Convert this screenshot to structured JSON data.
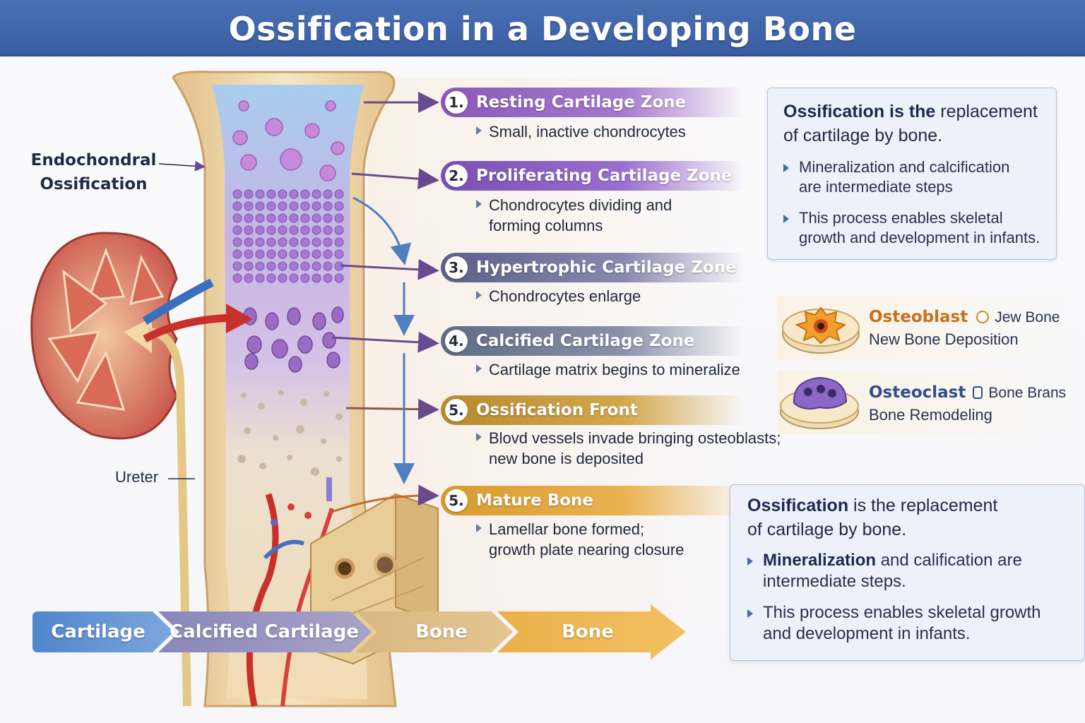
{
  "title": "Ossification in a Developing Bone",
  "side_labels": {
    "endochondral_line1": "Endochondral",
    "endochondral_line2": "Ossification",
    "ureter": "Ureter"
  },
  "zones": [
    {
      "number": "1.",
      "title": "Resting Cartilage Zone",
      "desc1": "Small, inactive chondrocytes",
      "desc2": ""
    },
    {
      "number": "2.",
      "title": "Proliferating Cartilage Zone",
      "desc1": "Chondrocytes dividing and",
      "desc2": "forming columns"
    },
    {
      "number": "3.",
      "title": "Hypertrophic Cartilage Zone",
      "desc1": "Chondrocytes enlarge",
      "desc2": ""
    },
    {
      "number": "4.",
      "title": "Calcified Cartilage Zone",
      "desc1": "Cartilage matrix begins to mineralize",
      "desc2": ""
    },
    {
      "number": "5.",
      "title": "Ossification Front",
      "desc1": "Blovd vessels invade bringing osteoblasts;",
      "desc2": "new bone is deposited"
    },
    {
      "number": "5.",
      "title": "Mature Bone",
      "desc1": "Lamellar bone formed;",
      "desc2": "growth plate nearing closure"
    }
  ],
  "info_top": {
    "lead_bold": "Ossification is the",
    "lead_rest": " replacement",
    "lead_line2": "of cartilage by bone.",
    "bullet1_line1": "Mineralization and calcification",
    "bullet1_line2": "are intermediate steps",
    "bullet2_line1": "This process enables skeletal",
    "bullet2_line2": "growth and development in infants."
  },
  "cells": {
    "osteoblast_name": "Osteoblast",
    "osteoblast_extra": "Jew Bone",
    "osteoblast_sub": "New Bone Deposition",
    "osteoclast_name": "Osteoclast",
    "osteoclast_extra": "Bone Brans",
    "osteoclast_sub": "Bone Remodeling"
  },
  "info_bottom": {
    "lead_bold": "Ossification",
    "lead_rest": " is the replacement",
    "lead_line2": "of cartilage by bone.",
    "bullet1_bold": "Mineralization",
    "bullet1_rest": " and calification are",
    "bullet1_line2": "intermediate steps.",
    "bullet2_line1": "This process enables skeletal growth",
    "bullet2_line2": "and development in infants."
  },
  "progression": [
    "Cartilage",
    "Calcified Cartilage",
    "Bone",
    "Bone"
  ],
  "colors": {
    "banner": "#3f64a8",
    "resting": "#8a58b8",
    "proliferating": "#7a4fb0",
    "hypertrophic": "#5c5f8a",
    "calcified": "#5e6b86",
    "ossification_front": "#b88a2e",
    "mature_bone": "#d89a2c"
  }
}
